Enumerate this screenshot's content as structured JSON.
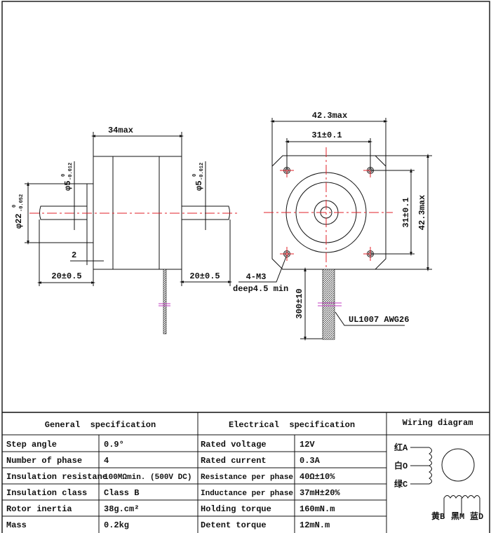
{
  "drawing": {
    "side_view": {
      "length": "34max",
      "flange_diameter": "φ22",
      "flange_tol_upper": "0",
      "flange_tol_lower": "-0.052",
      "shaft_diameter": "φ5",
      "shaft_tol_upper": "0",
      "shaft_tol_lower": "-0.012",
      "flange_thickness": "2",
      "shaft_length_left": "20±0.5",
      "shaft_length_right": "20±0.5"
    },
    "front_view": {
      "width": "42.3max",
      "hole_spacing_h": "31±0.1",
      "hole_spacing_v": "31±0.1",
      "height": "42.3max",
      "holes": "4-M3",
      "hole_depth": "deep4.5 min",
      "lead_length": "300±10",
      "wire_spec": "UL1007 AWG26"
    }
  },
  "general_spec": {
    "title": "General  specification",
    "rows": [
      {
        "label": "Step angle",
        "value": "0.9°"
      },
      {
        "label": "Number of phase",
        "value": "4"
      },
      {
        "label": "Insulation resistane",
        "value": "100MΩmin. (500V DC)"
      },
      {
        "label": "Insulation class",
        "value": "Class B"
      },
      {
        "label": "Rotor inertia",
        "value": "38g.cm²"
      },
      {
        "label": "Mass",
        "value": "0.2kg"
      }
    ]
  },
  "electrical_spec": {
    "title": "Electrical  specification",
    "rows": [
      {
        "label": "Rated voltage",
        "value": "12V"
      },
      {
        "label": "Rated current",
        "value": "0.3A"
      },
      {
        "label": "Resistance per phase",
        "value": "40Ω±10%"
      },
      {
        "label": "Inductance per phase",
        "value": "37mH±20%"
      },
      {
        "label": "Holding torque",
        "value": "160mN.m"
      },
      {
        "label": "Detent torque",
        "value": "12mN.m"
      }
    ]
  },
  "wiring": {
    "title": "Wiring diagram",
    "wire_a": "红A",
    "wire_o": "白O",
    "wire_c": "绿C",
    "wire_b": "黄B",
    "wire_m": "黑M",
    "wire_d": "蓝D"
  },
  "colors": {
    "centerline": "#e0202a",
    "break_mark": "#c03cc0",
    "line": "#111111"
  }
}
